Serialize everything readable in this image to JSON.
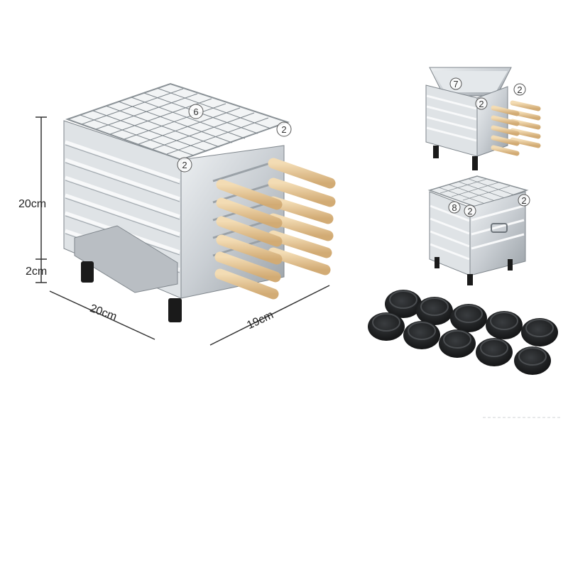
{
  "dimensions": {
    "height": "20cm",
    "leg_height": "2cm",
    "width": "20cm",
    "depth": "19cm"
  },
  "callouts": {
    "main_grill": "6",
    "main_side": "2",
    "main_front": "2",
    "top_pan": "7",
    "top_side": "2",
    "top_front": "2",
    "mid_grill": "8",
    "mid_front": "2",
    "mid_side": "2"
  },
  "colors": {
    "steel": "#c9ced3",
    "steel_dark": "#8f969c",
    "wood": "#e6c79a",
    "charcoal": "#1d1f21",
    "leg": "#1a1a1a"
  }
}
